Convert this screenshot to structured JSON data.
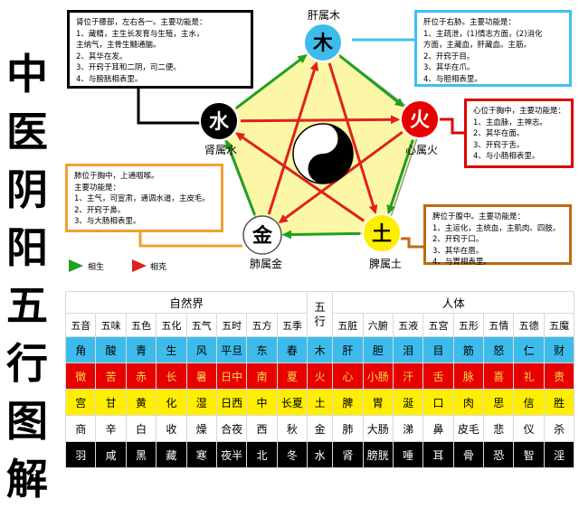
{
  "title": "中医阴阳五行图解",
  "title_chars": [
    "中",
    "医",
    "阴",
    "阳",
    "五",
    "行",
    "图",
    "解"
  ],
  "colors": {
    "wood": "#3dbcec",
    "fire": "#e60000",
    "earth": "#ffee00",
    "metal": "#ffffff",
    "water": "#000000",
    "sheng": "#20a020",
    "ke": "#e02020",
    "pentagon": "#fbf7a6"
  },
  "elements": {
    "wood": {
      "char": "木",
      "label": "肝属木"
    },
    "fire": {
      "char": "火",
      "label": "心属火"
    },
    "earth": {
      "char": "土",
      "label": "脾属土"
    },
    "metal": {
      "char": "金",
      "label": "肺属金"
    },
    "water": {
      "char": "水",
      "label": "肾属水"
    }
  },
  "boxes": {
    "kidney": [
      "肾位于腰部，左右各一。主要功能是：",
      "1、藏精，主生长发育与生殖，主水，",
      "主纳气，主骨生髓通脑。",
      "2、其华在发。",
      "3、开窍于耳和二阴，司二便。",
      "4、与膀胱相表里。"
    ],
    "liver": [
      "肝位于右胁。主要功能是：",
      "1、主疏泄，(1)情志方面，(2)消化",
      "方面，主藏血，肝藏血。主筋。",
      "2、开窍于目。",
      "3、其华在爪。",
      "4、与胆相表里。"
    ],
    "heart": [
      "心位于胸中，主要功能是：",
      "1、主血脉，主神志。",
      "2、其华在面。",
      "3、开窍于舌。",
      "4、与小肠相表里。"
    ],
    "lung": [
      "肺位于胸中，上通咽喉。",
      "主要功能是：",
      "1、主气，司宣肃，通调水道，主皮毛。",
      "2、开窍于鼻。",
      "3、与大肠相表里。"
    ],
    "spleen": [
      "脾位于腹中。主要功能是：",
      "1、主运化，主统血，主肌肉、四肢。",
      "2、开窍于口。",
      "3、其华在唇。",
      "4、与胃相表里。"
    ]
  },
  "legend": {
    "sheng": "相生",
    "ke": "相克"
  },
  "table": {
    "nature_header": "自然界",
    "middle_header": "五行",
    "human_header": "人体",
    "nature_cats": [
      "五音",
      "五味",
      "五色",
      "五化",
      "五气",
      "五时",
      "五方",
      "五季"
    ],
    "human_cats": [
      "五脏",
      "六腑",
      "五液",
      "五宫",
      "五形",
      "五情",
      "五德",
      "五魔"
    ],
    "rows": [
      {
        "key": "wood",
        "nature": [
          "角",
          "酸",
          "青",
          "生",
          "风",
          "平旦",
          "东",
          "春"
        ],
        "element": "木",
        "human": [
          "肝",
          "胆",
          "泪",
          "目",
          "筋",
          "怒",
          "仁",
          "财"
        ]
      },
      {
        "key": "fire",
        "nature": [
          "徵",
          "苦",
          "赤",
          "长",
          "暑",
          "日中",
          "南",
          "夏"
        ],
        "element": "火",
        "human": [
          "心",
          "小肠",
          "汗",
          "舌",
          "脉",
          "喜",
          "礼",
          "责"
        ]
      },
      {
        "key": "earth",
        "nature": [
          "宫",
          "甘",
          "黄",
          "化",
          "湿",
          "日西",
          "中",
          "长夏"
        ],
        "element": "土",
        "human": [
          "脾",
          "胃",
          "涎",
          "口",
          "肉",
          "思",
          "信",
          "胜"
        ]
      },
      {
        "key": "metal",
        "nature": [
          "商",
          "辛",
          "白",
          "收",
          "燥",
          "合夜",
          "西",
          "秋"
        ],
        "element": "金",
        "human": [
          "肺",
          "大肠",
          "涕",
          "鼻",
          "皮毛",
          "悲",
          "仪",
          "杀"
        ]
      },
      {
        "key": "water",
        "nature": [
          "羽",
          "咸",
          "黑",
          "藏",
          "寒",
          "夜半",
          "北",
          "冬"
        ],
        "element": "水",
        "human": [
          "肾",
          "膀胱",
          "唾",
          "耳",
          "骨",
          "恐",
          "智",
          "淫"
        ]
      }
    ]
  }
}
